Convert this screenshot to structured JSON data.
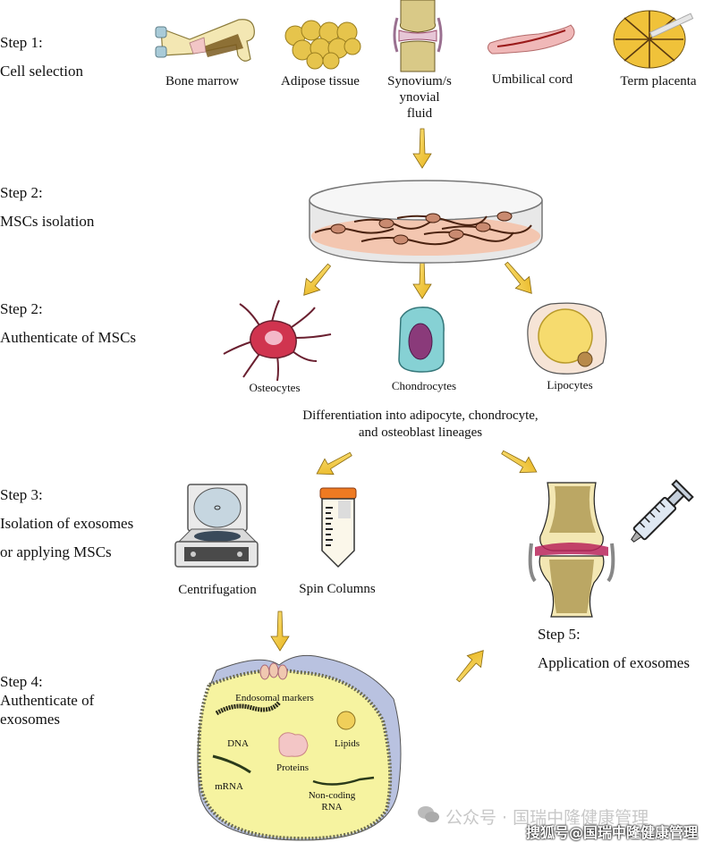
{
  "steps": {
    "step1": {
      "title": "Step 1:",
      "subtitle": "Cell selection"
    },
    "step2a": {
      "title": "Step 2:",
      "subtitle": "MSCs isolation"
    },
    "step2b": {
      "title": "Step 2:",
      "subtitle": "Authenticate of MSCs"
    },
    "step3": {
      "title": "Step 3:",
      "line1": "Isolation of exosomes",
      "line2": "or applying MSCs"
    },
    "step4": {
      "title": "Step 4:",
      "line1": "Authenticate of",
      "line2": "exosomes"
    },
    "step5": {
      "title": "Step 5:",
      "subtitle": "Application of exosomes"
    }
  },
  "sources": [
    {
      "label": "Bone marrow",
      "icon": "bone-marrow-icon"
    },
    {
      "label": "Adipose tissue",
      "icon": "adipose-tissue-icon"
    },
    {
      "label_lines": [
        "Synovium/s",
        "ynovial",
        "fluid"
      ],
      "icon": "synovial-joint-icon"
    },
    {
      "label": "Umbilical cord",
      "icon": "umbilical-cord-icon"
    },
    {
      "label": "Term placenta",
      "icon": "placenta-icon"
    }
  ],
  "cells": [
    {
      "label": "Osteocytes",
      "icon": "osteocyte-icon"
    },
    {
      "label": "Chondrocytes",
      "icon": "chondrocyte-icon"
    },
    {
      "label": "Lipocytes",
      "icon": "lipocyte-icon"
    }
  ],
  "differentiation": {
    "line1": "Differentiation into adipocyte, chondrocyte,",
    "line2": "and osteoblast lineages"
  },
  "isolation_methods": [
    {
      "label": "Centrifugation",
      "icon": "centrifuge-icon"
    },
    {
      "label": "Spin Columns",
      "icon": "spin-column-icon"
    }
  ],
  "exosome": {
    "markers": "Endosomal  markers",
    "dna": "DNA",
    "lipids": "Lipids",
    "proteins": "Proteins",
    "mrna": "mRNA",
    "ncrna_line1": "Non-coding",
    "ncrna_line2": "RNA"
  },
  "watermark": {
    "wechat": "公众号 · 国瑞中隆健康管理",
    "sohu": "搜狐号@国瑞中隆健康管理"
  },
  "colors": {
    "arrow_fill": "#f2c630",
    "arrow_stroke": "#8a6a10",
    "exosome_fill": "#f6f3a0",
    "exosome_outer": "#b9c2e0",
    "bone_fill": "#f3e7b3",
    "osteocyte": "#c8324f",
    "chondrocyte": "#7fcfd3",
    "lipocyte_drop": "#f6db6e"
  }
}
